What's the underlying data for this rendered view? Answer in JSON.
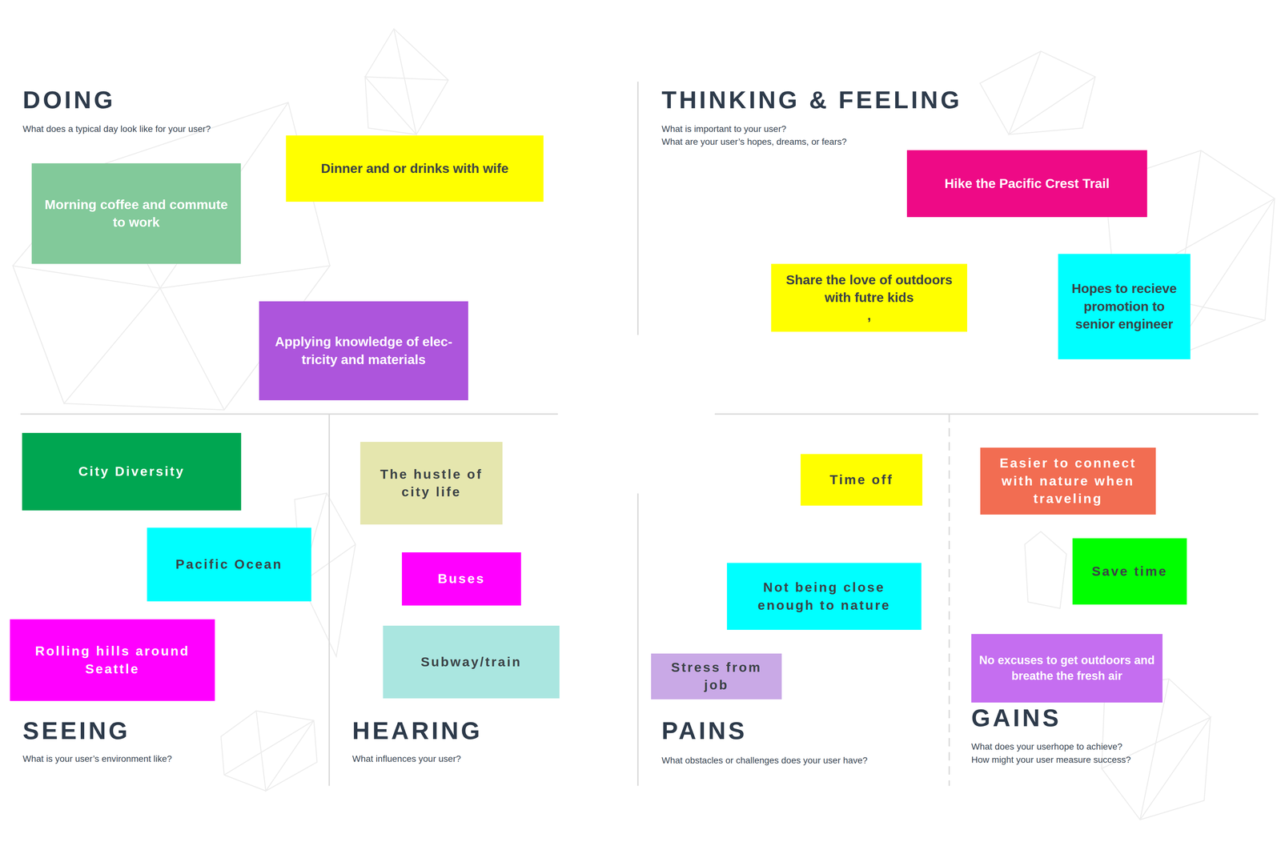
{
  "diagram": {
    "nodes": [
      {
        "text": [
          "Morning coffee and commute to work"
        ]
      },
      {
        "text": [
          "Dinner and or drinks with wife"
        ]
      },
      {
        "text": [
          "Applying knowledge of elec- tricity and materials"
        ]
      },
      {
        "text": [
          "Hike the Pacific Crest Trail"
        ]
      },
      {
        "text": [
          "Share the love of outdoors with futre kids",
          ","
        ]
      },
      {
        "text": [
          "Hopes to recieve promotion to senior engineer"
        ]
      },
      {
        "text": [
          "City Diversity"
        ]
      },
      {
        "text": [
          "Pacific Ocean"
        ]
      },
      {
        "text": [
          "Rolling hills around Seattle"
        ]
      },
      {
        "text": [
          "The hustle of city life"
        ]
      },
      {
        "text": [
          "Buses"
        ]
      },
      {
        "text": [
          "Subway/train"
        ]
      },
      {
        "text": [
          "Time off"
        ]
      },
      {
        "text": [
          "Not being close enough to nature"
        ]
      },
      {
        "text": [
          "Stress from job"
        ]
      },
      {
        "text": [
          "Easier to connect with nature when traveling"
        ]
      },
      {
        "text": [
          "Save time"
        ]
      },
      {
        "text": [
          "No excuses to get outdoors and breathe the fresh air"
        ]
      }
    ],
    "labels": [
      "DOING",
      "What does a typical day look like for your user?",
      "THINKING & FEELING",
      "What is important to your user?",
      "What are your user’s hopes, dreams, or fears?",
      "SEEING",
      "What is your user’s environment like?",
      "HEARING",
      "What influences your user?",
      "PAINS",
      "What obstacles or challenges does your user have?",
      "GAINS",
      "What does your userhope to achieve?",
      "How might your user measure success?"
    ]
  }
}
